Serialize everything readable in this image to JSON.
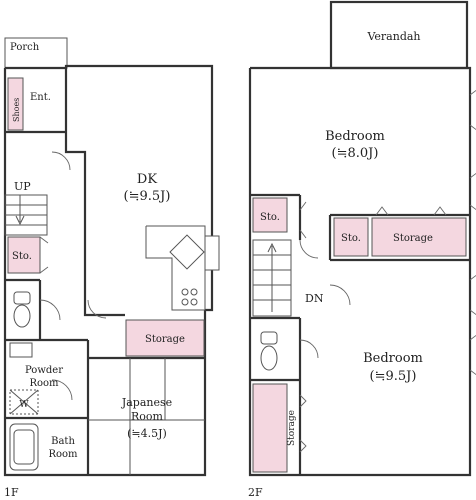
{
  "colors": {
    "wall": "#333333",
    "storage_fill": "#f4d7e0",
    "line": "#555555"
  },
  "floor1": {
    "floor_label": "1F",
    "porch": "Porch",
    "entrance": "Ent.",
    "shoes": "Shoes",
    "up": "UP",
    "stair_storage": "Sto.",
    "dk_name": "DK",
    "dk_size": "(≒9.5J)",
    "storage": "Storage",
    "powder_line1": "Powder",
    "powder_line2": "Room",
    "washer": "W",
    "bath_line1": "Bath",
    "bath_line2": "Room",
    "japanese_line1": "Japanese",
    "japanese_line2": "Room",
    "japanese_size": "(≒4.5J)"
  },
  "floor2": {
    "floor_label": "2F",
    "verandah": "Verandah",
    "bedroom1_name": "Bedroom",
    "bedroom1_size": "(≒8.0J)",
    "sto_left": "Sto.",
    "sto_mid": "Sto.",
    "storage_mid": "Storage",
    "down": "DN",
    "bedroom2_name": "Bedroom",
    "bedroom2_size": "(≒9.5J)",
    "storage_vertical": "Storage"
  }
}
